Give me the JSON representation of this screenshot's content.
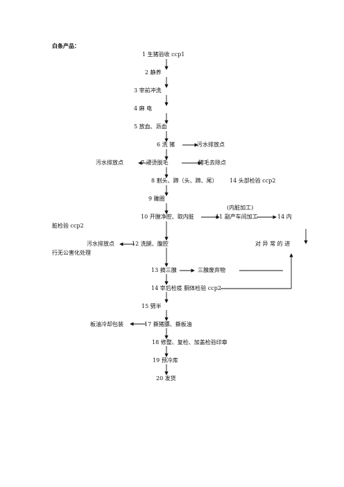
{
  "title": "白条产品：",
  "steps": [
    "1 生猪验收 ccp1",
    "2 静养",
    "3 宰前冲洗",
    "4 麻 电",
    "5 放血、沥血",
    "6 洗 猪",
    "7 浸烫脱毛",
    "8 割头、蹄（头、蹄、尾）",
    "9 雕圈",
    "10 开膛净腔、取内脏",
    "12 洗腿、腹腔",
    "13 摘三腺",
    "14 宰后检疫 胴体检验 ccp2",
    "15 劈半",
    "17 撕猪膘、撕板油",
    "18 修整、复检、加盖检验印章",
    "19 预冷库",
    "20 发货"
  ],
  "side": {
    "wastewater_6": "污水排放点",
    "wastewater_7": "污水排放点",
    "hair_removal": "猪毛去除点",
    "head_check": "14 头部检验 ccp2",
    "organ_processing": "(内脏加工)",
    "byproduct_workshop": "11 副产车间加工",
    "organ_check_a": "14 内",
    "organ_check_b": "脏检验 ccp2",
    "wastewater_12": "污水排放点",
    "abnormal_a": "对 异 常 的 进",
    "abnormal_b": "行无公害化处理",
    "gland_waste": "三腺废弃物",
    "leaf_fat": "板油冷却包装"
  }
}
